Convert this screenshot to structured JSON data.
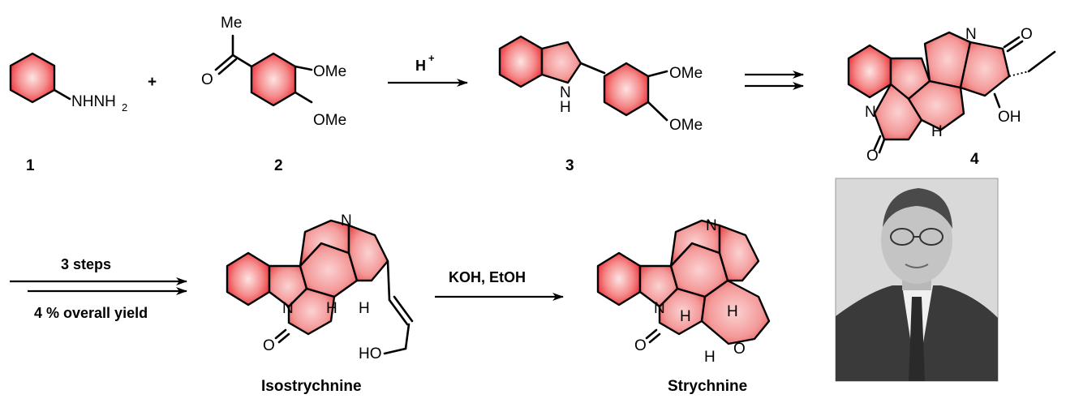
{
  "compounds": {
    "c1": {
      "label": "1",
      "substituent": "NHNH",
      "sub_index": "2"
    },
    "c2": {
      "label": "2",
      "acyl": "Me",
      "carbonyl_o": "O",
      "ome_top": "OMe",
      "ome_bottom": "OMe"
    },
    "c3": {
      "label": "3",
      "nh_n": "N",
      "nh_h": "H",
      "ome_top": "OMe",
      "ome_bottom": "OMe"
    },
    "c4": {
      "label": "4",
      "n_top": "N",
      "n_ring": "N",
      "o_ketone": "O",
      "o_lactam": "O",
      "oh": "OH",
      "h": "H"
    },
    "isostrychnine": {
      "label": "Isostrychnine",
      "n_top": "N",
      "n_ring": "N",
      "o_lactam": "O",
      "h1": "H",
      "h2": "H",
      "ho": "HO"
    },
    "strychnine": {
      "label": "Strychnine",
      "n_top": "N",
      "n_ring": "N",
      "o_lactam": "O",
      "o_ether": "O",
      "h1": "H",
      "h2": "H",
      "h3": "H"
    }
  },
  "plus_sign": "+",
  "conditions": {
    "step1": {
      "reagent": "H",
      "charge": "+"
    },
    "step3_top": "3 steps",
    "step3_bottom": "4 % overall yield",
    "step4": "KOH, EtOH"
  },
  "colors": {
    "ring_highlight": "#e8202a",
    "ring_light": "#fbd2d2",
    "bond": "#000000"
  }
}
